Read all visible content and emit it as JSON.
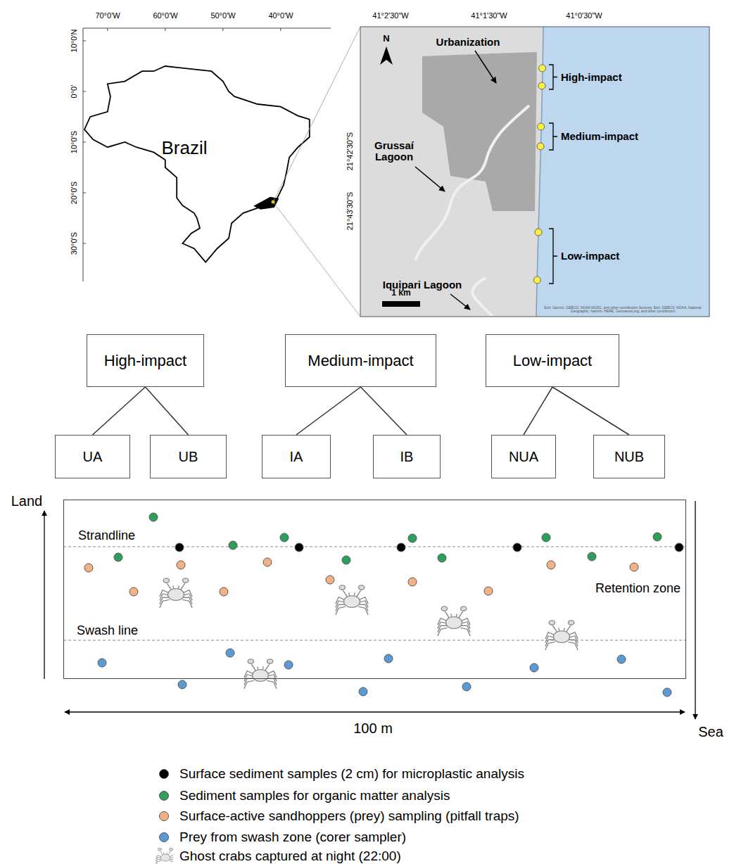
{
  "diagram": {
    "nodes": [
      {
        "text": [
          "High-impact"
        ]
      },
      {
        "text": [
          "UA"
        ]
      },
      {
        "text": [
          "UB"
        ]
      },
      {
        "text": [
          "Medium-impact"
        ]
      },
      {
        "text": [
          "IA"
        ]
      },
      {
        "text": [
          "IB"
        ]
      },
      {
        "text": [
          "Low-impact"
        ]
      },
      {
        "text": [
          "NUA"
        ]
      },
      {
        "text": [
          "NUB"
        ]
      },
      {
        "text": [
          "Strandline",
          "Retention zone",
          "Swash line"
        ]
      }
    ],
    "edges": [
      {
        "from": 0,
        "to": 1,
        "arrow": "none"
      },
      {
        "from": 0,
        "to": 2,
        "arrow": "none"
      },
      {
        "from": 3,
        "to": 4,
        "arrow": "none"
      },
      {
        "from": 3,
        "to": 5,
        "arrow": "none"
      },
      {
        "from": 6,
        "to": 7,
        "arrow": "none"
      },
      {
        "from": 6,
        "to": 8,
        "arrow": "none"
      }
    ],
    "labels": [
      "70°0'W",
      "60°0'W",
      "50°0'W",
      "40°0'W",
      "10°0'N",
      "0°0'",
      "10°0'S",
      "20°0'S",
      "30°0'S",
      "Brazil",
      "41°2'30\"W",
      "41°1'30\"W",
      "41°0'30\"W",
      "21°43'30\"S",
      "21°42'30\"S",
      "N",
      "Urbanization",
      "Grussaí Lagoon",
      "High-impact",
      "Medium-impact",
      "Low-impact",
      "Iquipari Lagoon",
      "1 km",
      "Esri, Garmin, GEBCO, NOAA NGDC, and other contributors Sources: Esri, GEBCO, NOAA, National Geographic, Garmin, HERE, Geonames.org, and other contributors",
      "Land",
      "Sea",
      "100 m"
    ],
    "legend": [
      {
        "text": "Surface sediment samples (2 cm) for microplastic analysis",
        "color": "#000000"
      },
      {
        "text": "Sediment samples for organic matter analysis",
        "color": "#2e9e5b"
      },
      {
        "text": "Surface-active sandhoppers (prey) sampling (pitfall traps)",
        "color": "#f4b183"
      },
      {
        "text": "Prey from swash zone (corer sampler)",
        "color": "#5b9bd5"
      },
      {
        "text": "Ghost crabs captured at night (22:00)"
      }
    ]
  }
}
